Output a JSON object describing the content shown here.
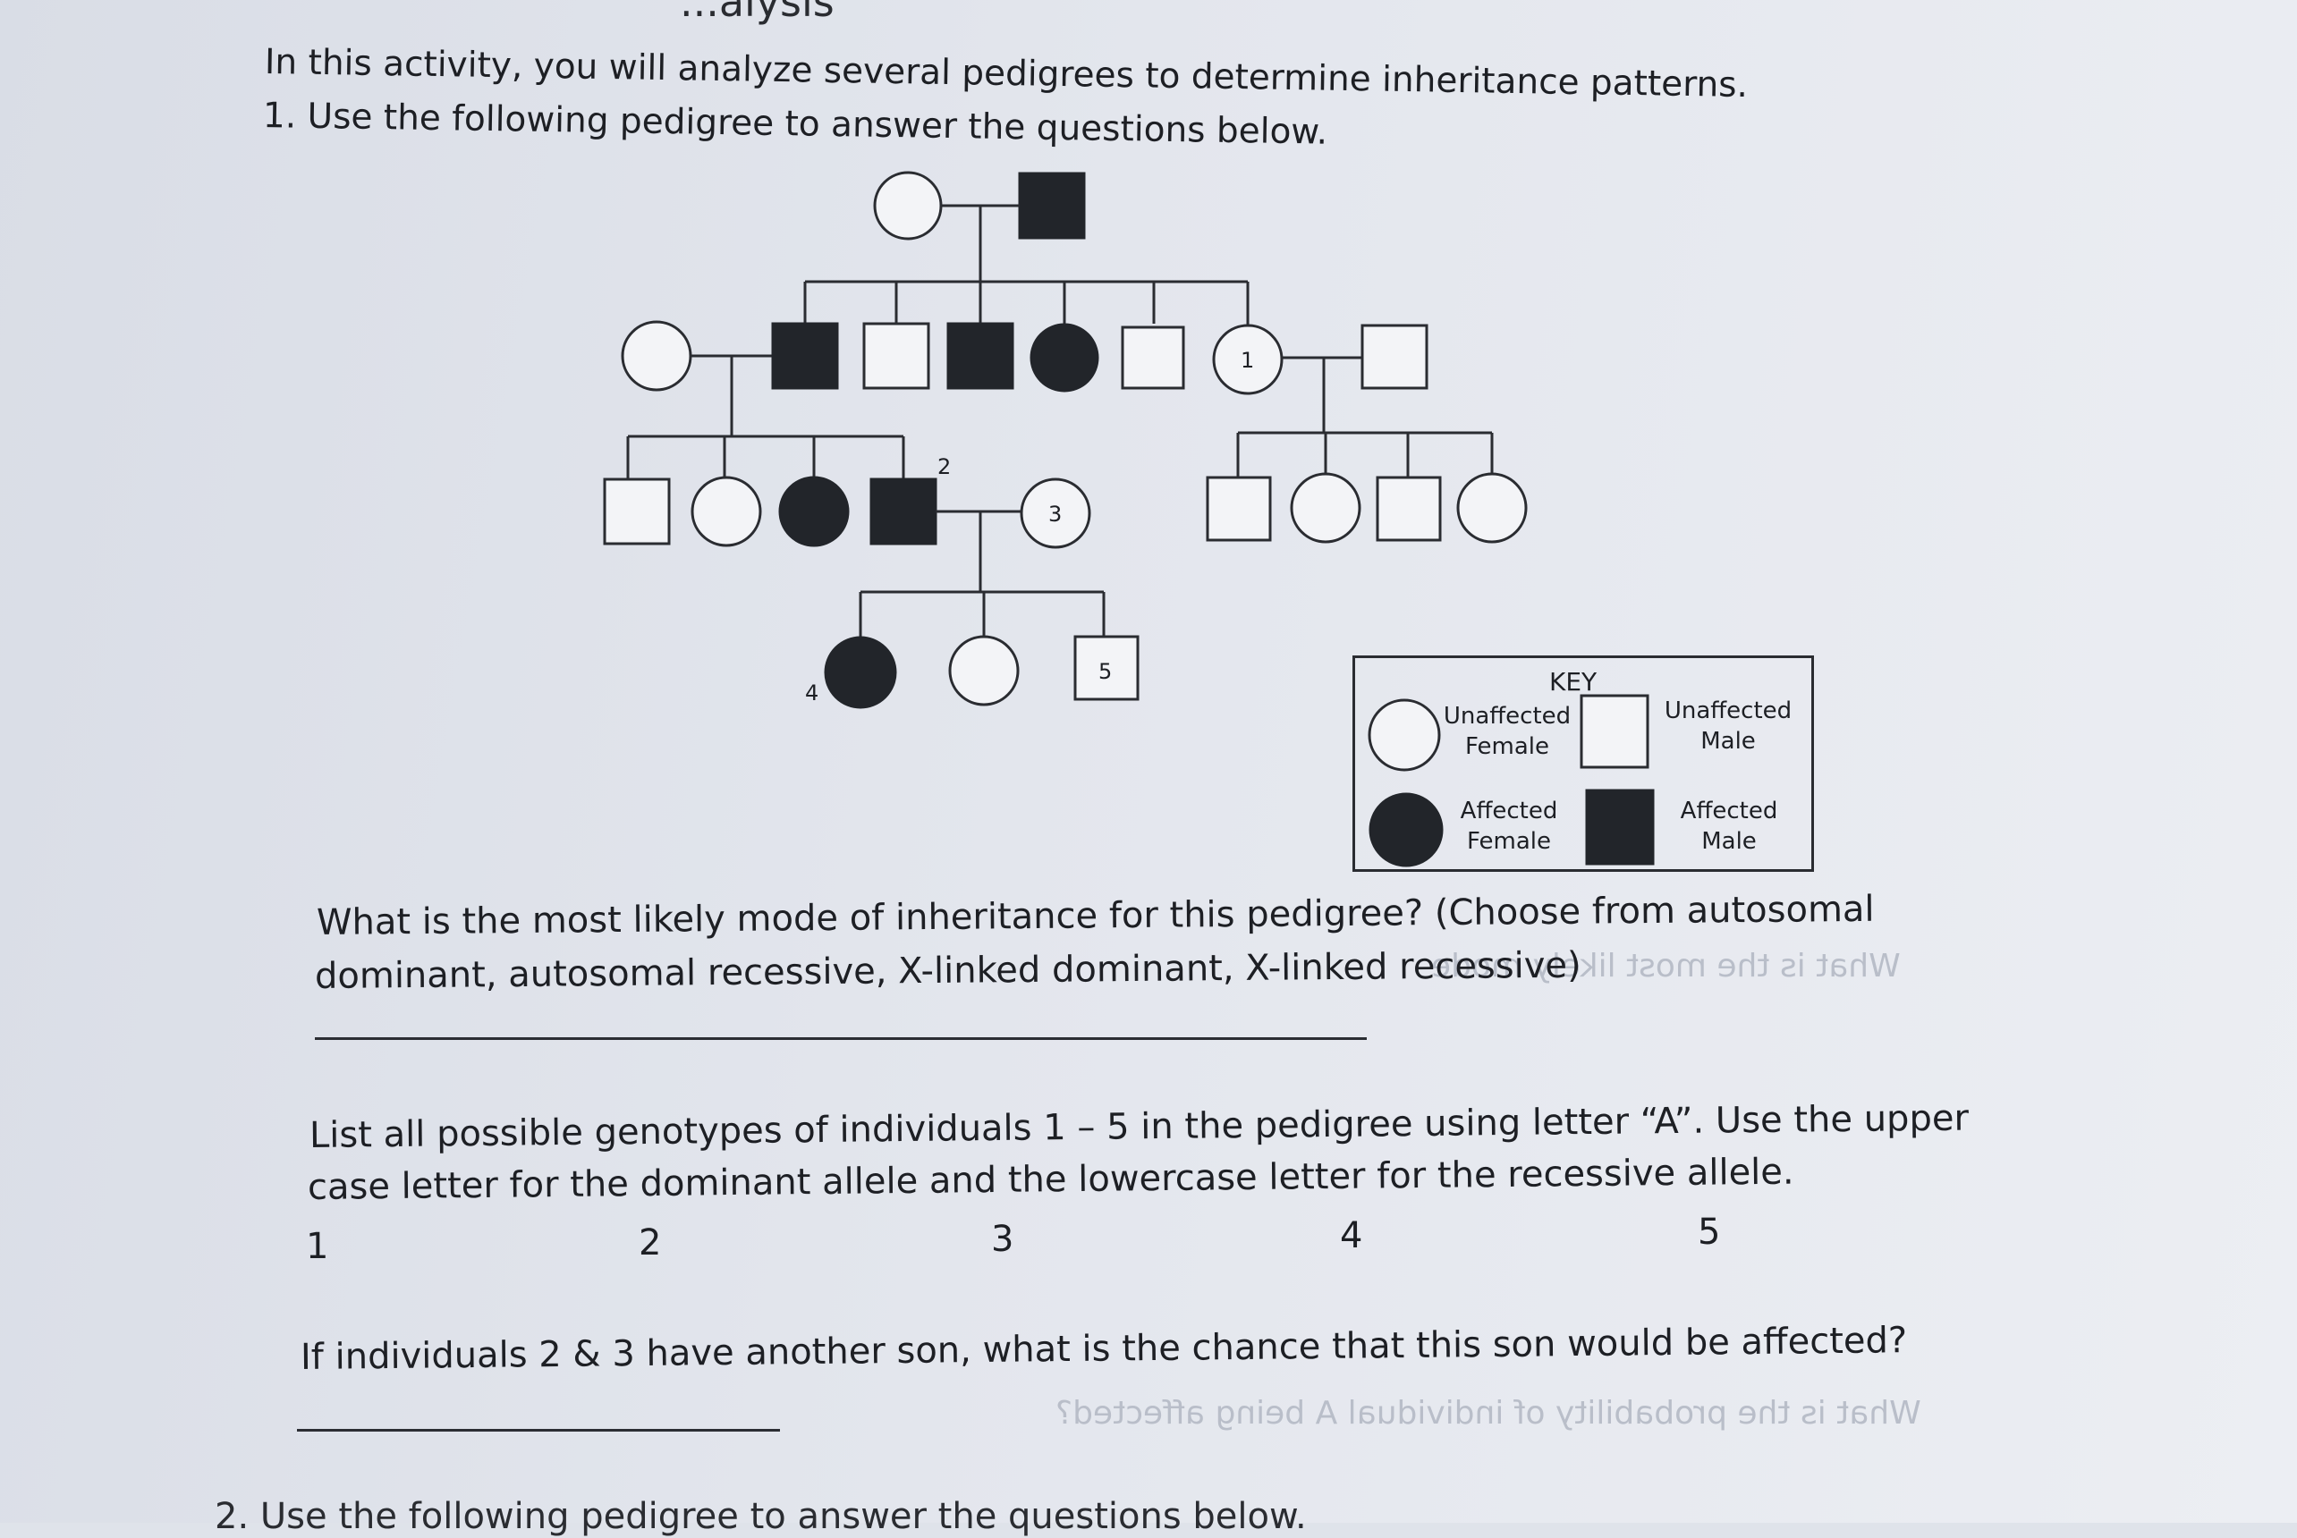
{
  "header": {
    "partial_title": "...alysis",
    "intro": "In this activity, you will analyze several pedigrees to determine inheritance patterns.",
    "q1_prompt": "1. Use the following pedigree to answer the questions below."
  },
  "pedigree": {
    "labels": [
      "1",
      "2",
      "3",
      "4",
      "5"
    ],
    "key": {
      "title": "KEY",
      "unaffected_female": "Unaffected\nFemale",
      "unaffected_male": "Unaffected\nMale",
      "affected_female": "Affected\nFemale",
      "affected_male": "Affected\nMale"
    }
  },
  "questions": {
    "mode_line1": "What is the most likely mode of inheritance for this pedigree? (Choose from autosomal",
    "mode_line2": "dominant, autosomal recessive, X-linked dominant, X-linked recessive)",
    "geno_line1": "List all possible genotypes of individuals 1 – 5 in the pedigree using letter “A”. Use the upper",
    "geno_line2": "case letter for the dominant allele and the lowercase letter for the recessive allele.",
    "geno_nums": [
      "1",
      "2",
      "3",
      "4",
      "5"
    ],
    "son_question": "If individuals 2 & 3 have another son, what is the chance that this son would be affected?",
    "next_partial": "2. Use the following pedigree to answer the questions below."
  }
}
